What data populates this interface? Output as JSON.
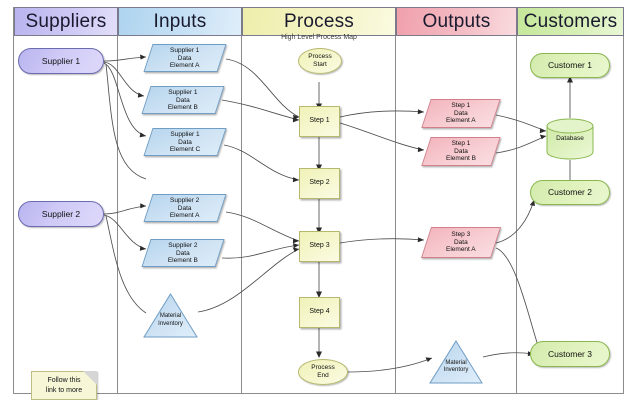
{
  "diagram": {
    "subtitle": "High Level Process Map",
    "columns": [
      {
        "id": "suppliers",
        "label": "Suppliers",
        "color": "#c6c2f0"
      },
      {
        "id": "inputs",
        "label": "Inputs",
        "color": "#bcdcf2"
      },
      {
        "id": "process",
        "label": "Process",
        "color": "#f4f3b6"
      },
      {
        "id": "outputs",
        "label": "Outputs",
        "color": "#f2a9b3"
      },
      {
        "id": "customers",
        "label": "Customers",
        "color": "#cdeba4"
      }
    ]
  },
  "suppliers": {
    "nodes": [
      {
        "id": "supplier-1",
        "label": "Supplier 1"
      },
      {
        "id": "supplier-2",
        "label": "Supplier 2"
      }
    ]
  },
  "inputs": {
    "nodes": [
      {
        "id": "s1-data-a",
        "label": "Supplier 1\nData\nElement A"
      },
      {
        "id": "s1-data-b",
        "label": "Supplier 1\nData\nElement B"
      },
      {
        "id": "s1-data-c",
        "label": "Supplier 1\nData\nElement C"
      },
      {
        "id": "s2-data-a",
        "label": "Supplier 2\nData\nElement A"
      },
      {
        "id": "s2-data-b",
        "label": "Supplier 2\nData\nElement B"
      },
      {
        "id": "material-inventory-in",
        "label": "Material\nInventory"
      }
    ]
  },
  "process": {
    "nodes": [
      {
        "id": "process-start",
        "label": "Process\nStart"
      },
      {
        "id": "step-1",
        "label": "Step 1"
      },
      {
        "id": "step-2",
        "label": "Step 2"
      },
      {
        "id": "step-3",
        "label": "Step 3"
      },
      {
        "id": "step-4",
        "label": "Step 4"
      },
      {
        "id": "process-end",
        "label": "Process\nEnd"
      }
    ]
  },
  "outputs": {
    "nodes": [
      {
        "id": "step1-data-a",
        "label": "Step 1\nData\nElement A"
      },
      {
        "id": "step1-data-b",
        "label": "Step 1\nData\nElement B"
      },
      {
        "id": "step3-data-a",
        "label": "Step 3\nData\nElement A"
      },
      {
        "id": "material-inventory-out",
        "label": "Material\nInventory"
      }
    ]
  },
  "customers": {
    "nodes": [
      {
        "id": "customer-1",
        "label": "Customer 1"
      },
      {
        "id": "database",
        "label": "Database"
      },
      {
        "id": "customer-2",
        "label": "Customer 2"
      },
      {
        "id": "customer-3",
        "label": "Customer 3"
      }
    ]
  },
  "note": {
    "text": "Follow this\nlink to more"
  }
}
